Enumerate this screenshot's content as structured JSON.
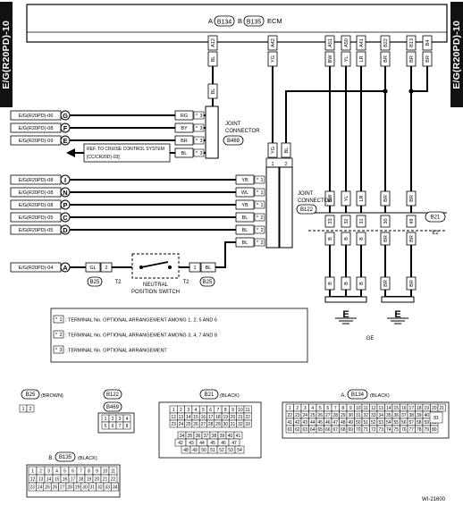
{
  "side_tab": "E/G(R20PD)-10",
  "ecm": {
    "prefix_a": "A",
    "conn_a": "B134",
    "prefix_b": "B",
    "conn_b": "B135",
    "name": "ECM"
  },
  "pins_top": [
    {
      "pin": "A12",
      "color": "BL"
    },
    {
      "pin": "A42",
      "color": "YG"
    },
    {
      "pin": "A51",
      "color": "BW"
    },
    {
      "pin": "A50",
      "color": "YL"
    },
    {
      "pin": "A41",
      "color": "LR"
    },
    {
      "pin": "B22",
      "color": "BR"
    },
    {
      "pin": "B13",
      "color": "BR"
    },
    {
      "pin": "B4",
      "color": "BR"
    }
  ],
  "jc_b469": {
    "label_l1": "JOINT",
    "label_l2": "CONNECTOR",
    "conn": "B469",
    "top_color": "BL"
  },
  "jc_b469_rows": [
    {
      "ref": "E/G(R20PD)-06",
      "letter": "G",
      "color": "RG",
      "mark": "3"
    },
    {
      "ref": "E/G(R20PD)-08",
      "letter": "F",
      "color": "BY",
      "mark": "3"
    },
    {
      "ref": "E/G(R20PD)-09",
      "letter": "E",
      "color": "BR",
      "mark": "3"
    },
    {
      "ref": "REF. TO CRUISE CONTROL SYSTEM",
      "ref2": "[CC/CR20D)-03]",
      "letter": "",
      "color": "BL",
      "mark": "3"
    }
  ],
  "jc_b122": {
    "label_l1": "JOINT",
    "label_l2": "CONNECTOR",
    "conn": "B122",
    "top_left_color": "YG",
    "top_right_color": "BL",
    "top_left_mark": "1",
    "top_right_mark": "2"
  },
  "jc_b122_rows": [
    {
      "ref": "E/G(R20PD)-08",
      "letter": "I",
      "color": "YB",
      "mark": "1"
    },
    {
      "ref": "E/G(R20PD)-08",
      "letter": "N",
      "color": "WL",
      "mark": "1"
    },
    {
      "ref": "E/G(R20PD)-08",
      "letter": "P",
      "color": "YB",
      "mark": "1"
    },
    {
      "ref": "E/G(R20PD)-05",
      "letter": "C",
      "color": "BL",
      "mark": "2"
    },
    {
      "ref": "E/G(R20PD)-05",
      "letter": "D",
      "color": "BL",
      "mark": "2"
    }
  ],
  "sensor_b21": {
    "conn": "B21",
    "name": "E2",
    "cols": [
      {
        "pin": "33",
        "color": "BW"
      },
      {
        "pin": "32",
        "color": "YL"
      },
      {
        "pin": "31",
        "color": "LR"
      },
      {
        "pin": "30",
        "color": "BR"
      },
      {
        "pin": "49",
        "color": "BR"
      }
    ]
  },
  "lower_wires": [
    "B",
    "B",
    "B",
    "BR",
    "BR"
  ],
  "ground_label": "E",
  "ground_code": "GE",
  "switch": {
    "ref": "E/G(R20PD)-04",
    "letter": "A",
    "left_color": "GL",
    "left_pin": "2",
    "left_conn": "B25",
    "left_t": "T2",
    "right_pin": "1",
    "right_color": "BL",
    "right_conn": "B25",
    "right_t": "T2",
    "name_l1": "NEUTRAL",
    "name_l2": "POSITION SWITCH"
  },
  "legend": [
    {
      "mark": "1",
      "text": ": TERMINAL No. OPTIONAL ARRANGEMENT AMONG 1, 2, 5 AND 6"
    },
    {
      "mark": "2",
      "text": ": TERMINAL No. OPTIONAL ARRANGEMENT AMONG 3, 4, 7 AND 8"
    },
    {
      "mark": "3",
      "text": ": TERMINAL No. OPTIONAL ARRANGEMENT"
    }
  ],
  "connectors": {
    "b25": {
      "conn": "B25",
      "color": "(BROWN)",
      "pins": [
        "1",
        "2"
      ]
    },
    "b122": {
      "conn": "B122",
      "conn2": "B469",
      "pins": [
        "1",
        "2",
        "3",
        "4",
        "5",
        "6",
        "7",
        "8"
      ]
    },
    "b21": {
      "conn": "B21",
      "color": "(BLACK)",
      "row1": [
        "1",
        "2",
        "3",
        "4",
        "5",
        "6",
        "7",
        "8",
        "9",
        "10",
        "11"
      ],
      "row2": [
        "12",
        "13",
        "14",
        "15",
        "16",
        "17",
        "18",
        "19",
        "20",
        "21",
        "22"
      ],
      "row3": [
        "23",
        "24",
        "25",
        "26",
        "27",
        "28",
        "29",
        "30",
        "31",
        "32",
        "33"
      ],
      "row4": [
        "34",
        "35",
        "36",
        "37",
        "38",
        "39",
        "40",
        "41"
      ],
      "row5": [
        "42",
        "43",
        "44",
        "45",
        "46",
        "47"
      ],
      "row6": [
        "48",
        "49",
        "50",
        "51",
        "52",
        "53",
        "54"
      ]
    },
    "b134": {
      "prefix": "A.",
      "conn": "B134",
      "color": "(BLACK)",
      "row1": [
        "1",
        "2",
        "3",
        "4",
        "5",
        "6",
        "7",
        "8",
        "9",
        "10",
        "11",
        "12",
        "13",
        "14",
        "15",
        "16",
        "17",
        "18",
        "19",
        "20",
        "21"
      ],
      "row2": [
        "22",
        "23",
        "24",
        "25",
        "26",
        "27",
        "28",
        "29",
        "30",
        "31",
        "32",
        "33",
        "34",
        "35",
        "36",
        "37",
        "38",
        "39",
        "40"
      ],
      "row3": [
        "41",
        "42",
        "43",
        "44",
        "45",
        "46",
        "47",
        "48",
        "49",
        "50",
        "51",
        "52",
        "53",
        "54",
        "55",
        "56",
        "57",
        "58",
        "59",
        "60"
      ],
      "row4": [
        "61",
        "62",
        "63",
        "64",
        "65",
        "66",
        "67",
        "68",
        "69",
        "70",
        "71",
        "72",
        "73",
        "74",
        "75",
        "76",
        "77",
        "78",
        "79",
        "80"
      ],
      "mid": "81"
    },
    "b135": {
      "prefix": "B.",
      "conn": "B135",
      "color": "(BLACK)",
      "row1": [
        "1",
        "2",
        "3",
        "4",
        "5",
        "6",
        "7",
        "8",
        "9",
        "10",
        "11"
      ],
      "row2": [
        "12",
        "13",
        "14",
        "15",
        "16",
        "17",
        "18",
        "19",
        "20",
        "21",
        "22"
      ],
      "row3": [
        "23",
        "24",
        "25",
        "26",
        "27",
        "28",
        "29",
        "30",
        "31",
        "32",
        "33",
        "34"
      ]
    }
  },
  "figure_code": "WI-21600"
}
